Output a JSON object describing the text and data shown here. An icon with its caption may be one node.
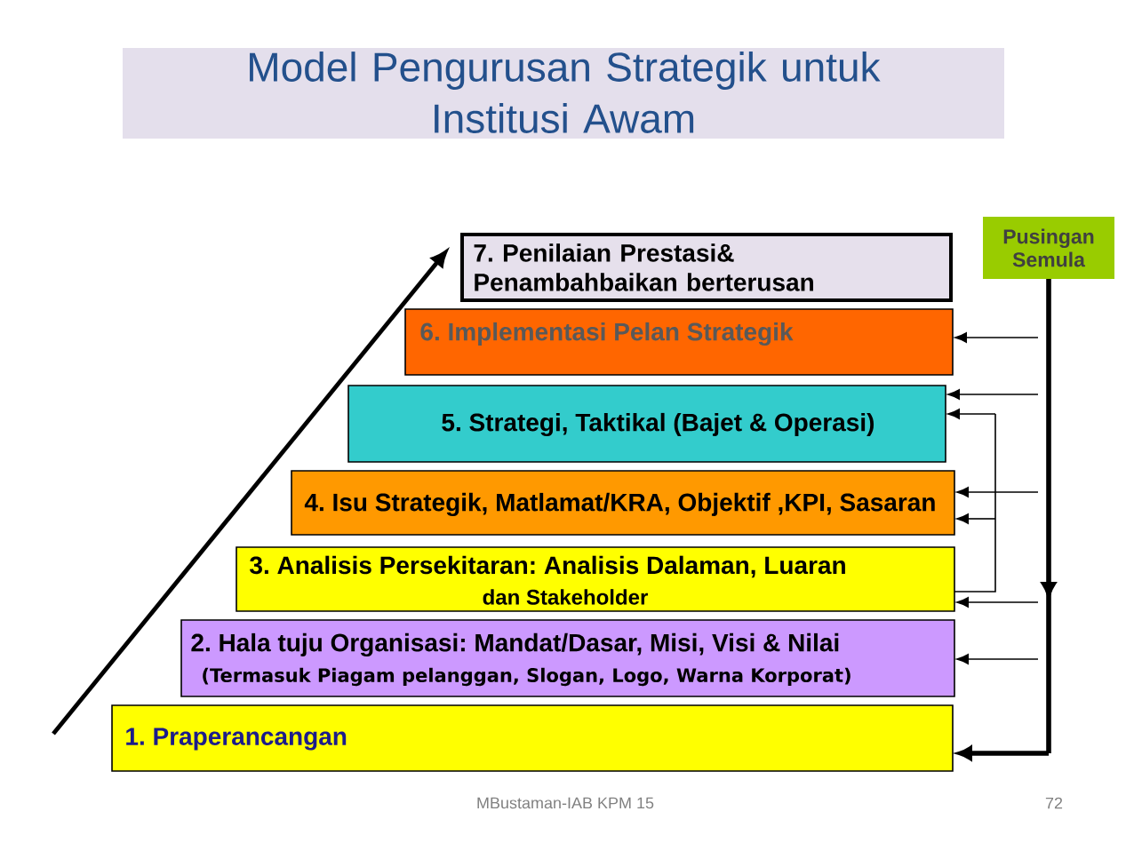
{
  "diagram": {
    "title": "Model Pengurusan Strategik untuk Institusi Awam",
    "nodes": [
      {
        "text": [
          "7. Penilaian Prestasi& Penambahbaikan berterusan"
        ]
      },
      {
        "text": [
          "6. Implementasi Pelan Strategik"
        ]
      },
      {
        "text": [
          "5. Strategi, Taktikal (Bajet & Operasi)"
        ]
      },
      {
        "text": [
          "4. Isu Strategik, Matlamat/KRA, Objektif ,KPI, Sasaran"
        ]
      },
      {
        "text": [
          "3. Analisis Persekitaran: Analisis Dalaman, Luaran",
          "dan Stakeholder"
        ]
      },
      {
        "text": [
          "2. Hala tuju Organisasi: Mandat/Dasar, Misi, Visi & Nilai",
          "(Termasuk Piagam pelanggan, Slogan, Logo, Warna Korporat)"
        ]
      },
      {
        "text": [
          "1. Praperancangan"
        ]
      },
      {
        "text": [
          "Pusingan Semula"
        ]
      }
    ],
    "edges": [
      {
        "from": 7,
        "to": 6,
        "arrow": "to",
        "style": "thick"
      },
      {
        "from": null,
        "to": 1,
        "arrow": "to"
      },
      {
        "from": null,
        "to": 2,
        "arrow": "to"
      },
      {
        "from": null,
        "to": 3,
        "arrow": "to"
      },
      {
        "from": null,
        "to": 4,
        "arrow": "to"
      },
      {
        "from": null,
        "to": 5,
        "arrow": "to"
      },
      {
        "from": 4,
        "to": 2,
        "arrow": "to"
      },
      {
        "from": 4,
        "to": 3,
        "arrow": "to"
      }
    ],
    "labels": [
      "MBustaman-IAB KPM 15",
      "72"
    ]
  }
}
